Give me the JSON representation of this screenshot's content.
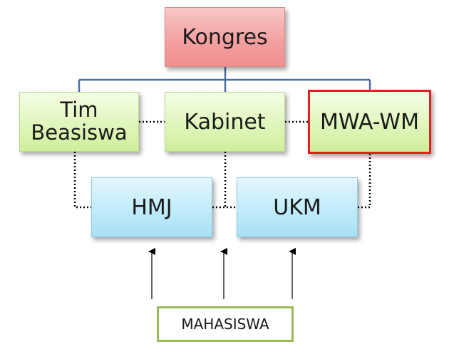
{
  "nodes": {
    "kongres": "Kongres",
    "tim_beasiswa": "Tim\nBeasiswa",
    "kabinet": "Kabinet",
    "mwa_wm": "MWA-WM",
    "hmj": "HMJ",
    "ukm": "UKM",
    "mahasiswa": "MAHASISWA"
  },
  "colors": {
    "top_node": "#f3a1a1",
    "second_row": "#e2f7c0",
    "third_row": "#c3ecfa",
    "connector_solid": "#4a6fa5",
    "connector_dotted": "#000000",
    "highlight_border": "#e3201b",
    "mahasiswa_border": "#9bbb59"
  }
}
